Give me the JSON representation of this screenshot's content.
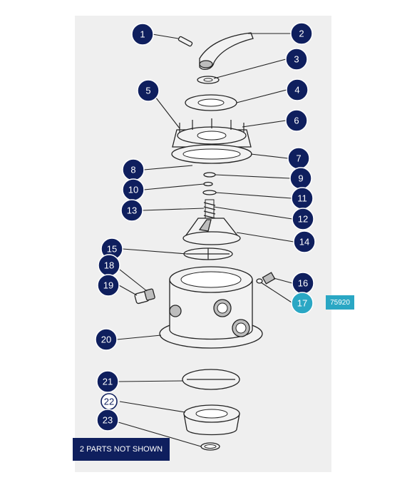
{
  "diagram": {
    "callouts": [
      "1",
      "2",
      "3",
      "4",
      "5",
      "6",
      "7",
      "8",
      "9",
      "10",
      "11",
      "12",
      "13",
      "14",
      "15",
      "16",
      "17",
      "18",
      "19",
      "20",
      "21",
      "22",
      "23"
    ],
    "highlighted_callout": "17",
    "catalog_tag": "75920",
    "note": "2 PARTS NOT SHOWN",
    "colors": {
      "badge": "#0f1f5e",
      "highlight": "#2aa7c4",
      "badge_text": "#ffffff"
    }
  }
}
